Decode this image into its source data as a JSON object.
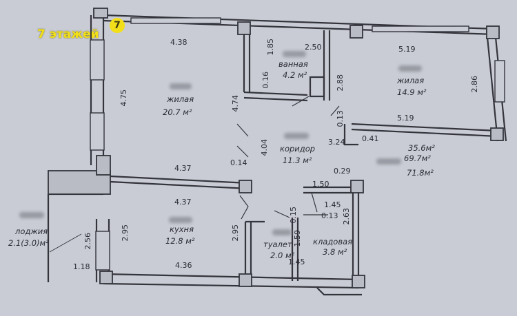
{
  "badge": {
    "floors": "7 этажей",
    "logo": "7"
  },
  "rooms": {
    "bathroom": {
      "name": "ванная",
      "area": "4.2 м²"
    },
    "living1": {
      "name": "жилая",
      "area": "20.7 м²"
    },
    "living2": {
      "name": "жилая",
      "area": "14.9 м²"
    },
    "corridor": {
      "name": "коридор",
      "area": "11.3 м²"
    },
    "kitchen": {
      "name": "кухня",
      "area": "12.8 м²"
    },
    "toilet": {
      "name": "туалет",
      "area": "2.0 м²"
    },
    "storage": {
      "name": "кладовая",
      "area": "3.8 м²"
    },
    "loggia": {
      "name": "лоджия",
      "area": "2.1(3.0)м²"
    }
  },
  "totals": {
    "living": "35.6м²",
    "total": "69.7м²",
    "with_loggia": "71.8м²"
  },
  "dims": {
    "d438": "4.38",
    "d185": "1.85",
    "d250": "2.50",
    "d519a": "5.19",
    "d286": "2.86",
    "d475": "4.75",
    "d474": "4.74",
    "d016": "0.16",
    "d288": "2.88",
    "d013a": "0.13",
    "d519b": "5.19",
    "d324": "3.24",
    "d041": "0.41",
    "d404": "4.04",
    "d437a": "4.37",
    "d014": "0.14",
    "d029": "0.29",
    "d150": "1.50",
    "d437b": "4.37",
    "d145a": "1.45",
    "d015": "0.15",
    "d013b": "0.13",
    "d263": "2.63",
    "d256": "2.56",
    "d295a": "2.95",
    "d295b": "2.95",
    "d159": "1.59",
    "d145b": "1.45",
    "d118": "1.18",
    "d436": "4.36"
  }
}
